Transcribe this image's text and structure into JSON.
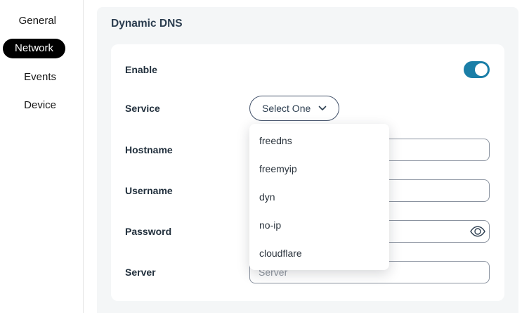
{
  "sidebar": {
    "items": [
      {
        "label": "General",
        "active": false
      },
      {
        "label": "Network",
        "active": true
      },
      {
        "label": "Events",
        "active": false
      },
      {
        "label": "Device",
        "active": false
      }
    ]
  },
  "page": {
    "title": "Dynamic DNS"
  },
  "form": {
    "enable": {
      "label": "Enable",
      "state_on": true
    },
    "service": {
      "label": "Service",
      "selected": "Select One",
      "options": [
        "freedns",
        "freemyip",
        "dyn",
        "no-ip",
        "cloudflare"
      ]
    },
    "hostname": {
      "label": "Hostname",
      "value": ""
    },
    "username": {
      "label": "Username",
      "value": ""
    },
    "password": {
      "label": "Password",
      "value": ""
    },
    "server": {
      "label": "Server",
      "value": "",
      "placeholder": "Server"
    }
  },
  "icons": {
    "chevron_down": "chevron-down-icon",
    "eye": "eye-icon"
  },
  "colors": {
    "toggle_accent": "#1a7ea7",
    "sidebar_active_bg": "#000000",
    "sidebar_active_text": "#ffffff",
    "heading_text": "#2c3e50",
    "panel_bg": "#f4f6f7",
    "input_border": "#8b93a0"
  }
}
